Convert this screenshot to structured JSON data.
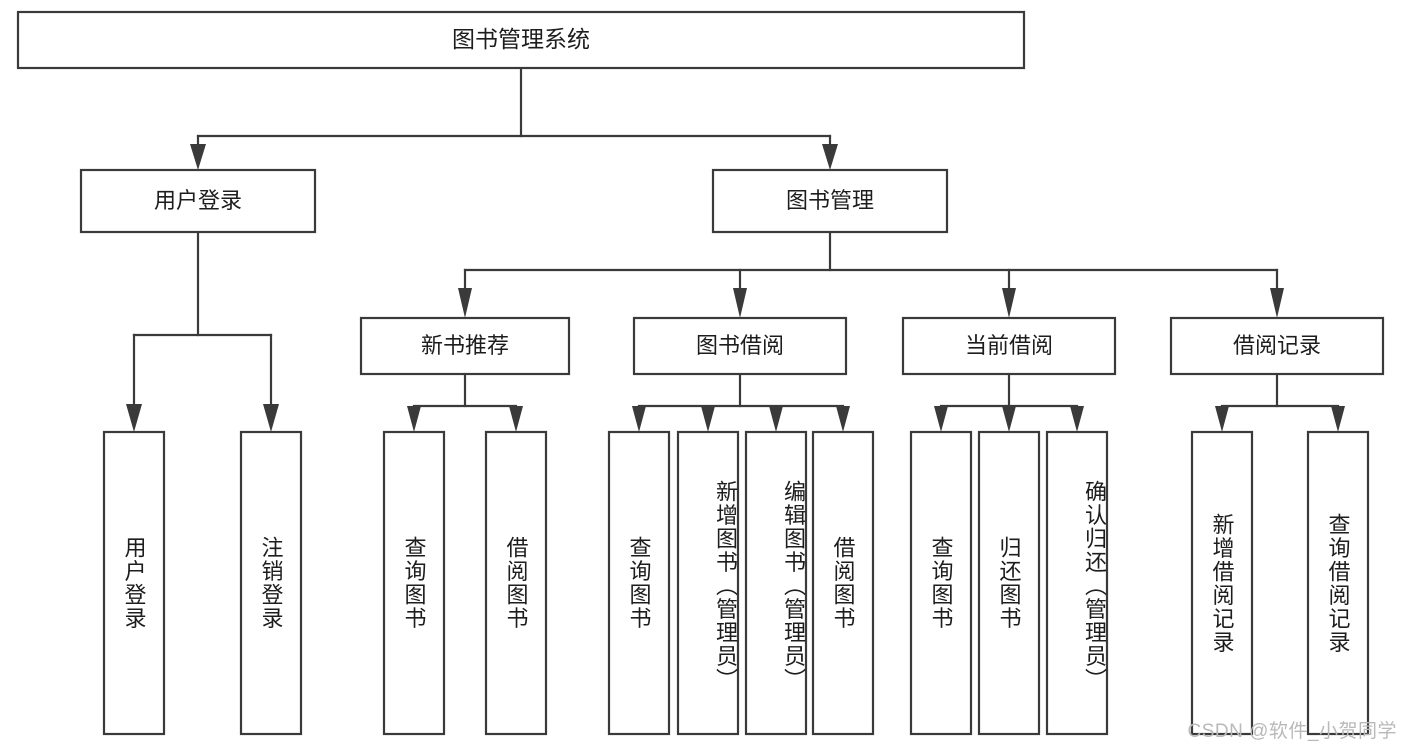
{
  "diagram": {
    "type": "tree-hierarchy",
    "title": "图书管理系统",
    "root": {
      "id": "root",
      "label": "图书管理系统"
    },
    "level2": [
      {
        "id": "user-login",
        "label": "用户登录"
      },
      {
        "id": "book-manage",
        "label": "图书管理"
      }
    ],
    "level3": [
      {
        "id": "new-book-recommend",
        "label": "新书推荐",
        "parent": "book-manage"
      },
      {
        "id": "book-borrow",
        "label": "图书借阅",
        "parent": "book-manage"
      },
      {
        "id": "current-borrow",
        "label": "当前借阅",
        "parent": "book-manage"
      },
      {
        "id": "borrow-record",
        "label": "借阅记录",
        "parent": "book-manage"
      }
    ],
    "leaves": [
      {
        "id": "leaf-user-login",
        "label": "用户登录",
        "parent": "user-login"
      },
      {
        "id": "leaf-logout-login",
        "label": "注销登录",
        "parent": "user-login"
      },
      {
        "id": "leaf-query-book-1",
        "label": "查询图书",
        "parent": "new-book-recommend"
      },
      {
        "id": "leaf-borrow-book-1",
        "label": "借阅图书",
        "parent": "new-book-recommend"
      },
      {
        "id": "leaf-query-book-2",
        "label": "查询图书",
        "parent": "book-borrow"
      },
      {
        "id": "leaf-add-book",
        "label": "新增图书（管理员）",
        "parent": "book-borrow"
      },
      {
        "id": "leaf-edit-book",
        "label": "编辑图书（管理员）",
        "parent": "book-borrow"
      },
      {
        "id": "leaf-borrow-book-2",
        "label": "借阅图书",
        "parent": "book-borrow"
      },
      {
        "id": "leaf-query-book-3",
        "label": "查询图书",
        "parent": "current-borrow"
      },
      {
        "id": "leaf-return-book",
        "label": "归还图书",
        "parent": "current-borrow"
      },
      {
        "id": "leaf-confirm-return",
        "label": "确认归还（管理员）",
        "parent": "current-borrow"
      },
      {
        "id": "leaf-add-record",
        "label": "新增借阅记录",
        "parent": "borrow-record"
      },
      {
        "id": "leaf-query-record",
        "label": "查询借阅记录",
        "parent": "borrow-record"
      }
    ]
  },
  "watermark": {
    "text": "CSDN @软件_小贺同学"
  },
  "colors": {
    "stroke": "#3a3a3a",
    "box_fill": "#ffffff",
    "text": "#1d1d1d",
    "watermark": "#b9b9b9",
    "background": "#ffffff"
  }
}
